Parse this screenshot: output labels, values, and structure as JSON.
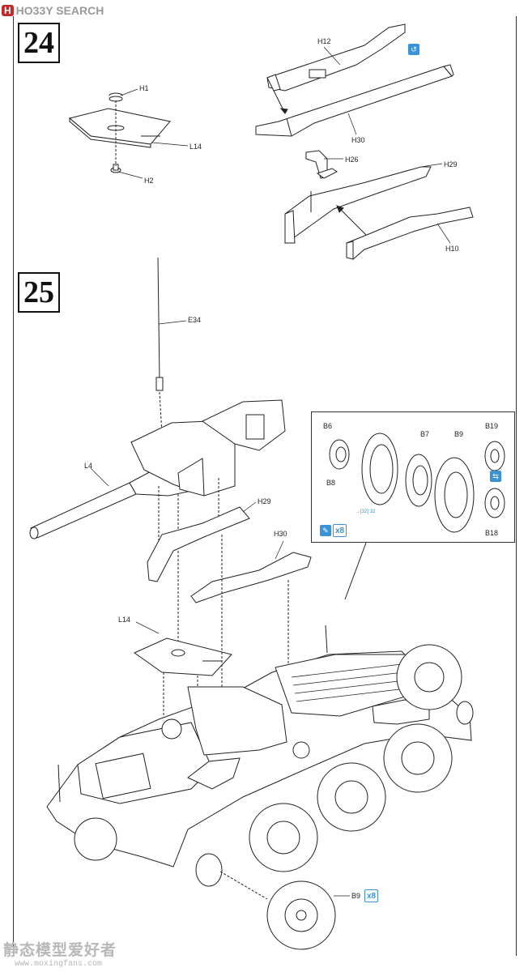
{
  "watermark_top": {
    "badge": "H",
    "text": "HO33Y SEARCH"
  },
  "steps": {
    "a": "24",
    "b": "25"
  },
  "labels": {
    "H1": "H1",
    "L14_top": "L14",
    "H2": "H2",
    "H12": "H12",
    "H30_top": "H30",
    "H26": "H26",
    "H29_top": "H29",
    "H10": "H10",
    "E34": "E34",
    "L4": "L4",
    "H29": "H29",
    "H30": "H30",
    "L14": "L14",
    "B6": "B6",
    "B7": "B7",
    "B9_inset": "B9",
    "B19": "B19",
    "B8": "B8",
    "B18": "B18",
    "B9": "B9"
  },
  "inset_ref": "→[32] 32",
  "counts": {
    "inset_x8": "x8",
    "wheel_x8": "x8"
  },
  "watermark_bottom": {
    "cn": "静态模型爱好者",
    "url": "www.moxingfans.com"
  },
  "colors": {
    "accent": "#3a93d6",
    "line": "#222222"
  },
  "icons": [
    "glue-icon",
    "wheel-rotation-icon",
    "mirror-icon"
  ]
}
